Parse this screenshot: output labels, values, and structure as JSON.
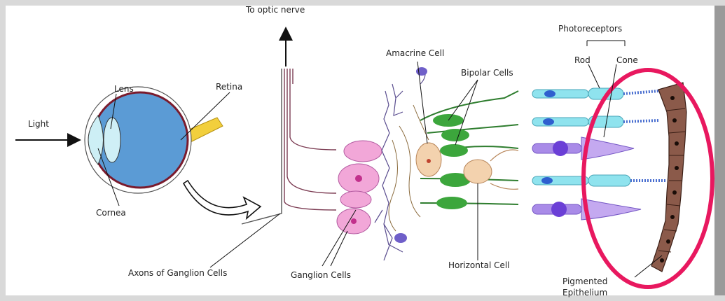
{
  "labels": {
    "optic_nerve": "To optic nerve",
    "photoreceptors": "Photoreceptors",
    "amacrine": "Amacrine Cell",
    "rod": "Rod",
    "cone": "Cone",
    "bipolar": "Bipolar Cells",
    "lens": "Lens",
    "retina": "Retina",
    "light": "Light",
    "cornea": "Cornea",
    "axons": "Axons of Ganglion Cells",
    "ganglion": "Ganglion Cells",
    "horizontal": "Horizontal Cell",
    "pigmented_1": "Pigmented",
    "pigmented_2": "Epithelium"
  },
  "colors": {
    "background": "#d9d9d9",
    "panel": "#ffffff",
    "eye_body": "#5b9bd5",
    "cornea": "#cdeff5",
    "optic_nerve": "#f2cf3c",
    "ganglion": "#f2a7d8",
    "bipolar": "#3ca63c",
    "rod": "#8fe3ee",
    "cone": "#a98be8",
    "horizontal": "#f3d2ae",
    "epithelium": "#8b5a4a",
    "highlight": "#e8185f",
    "amacrine_branches": "#5a4d8f"
  }
}
